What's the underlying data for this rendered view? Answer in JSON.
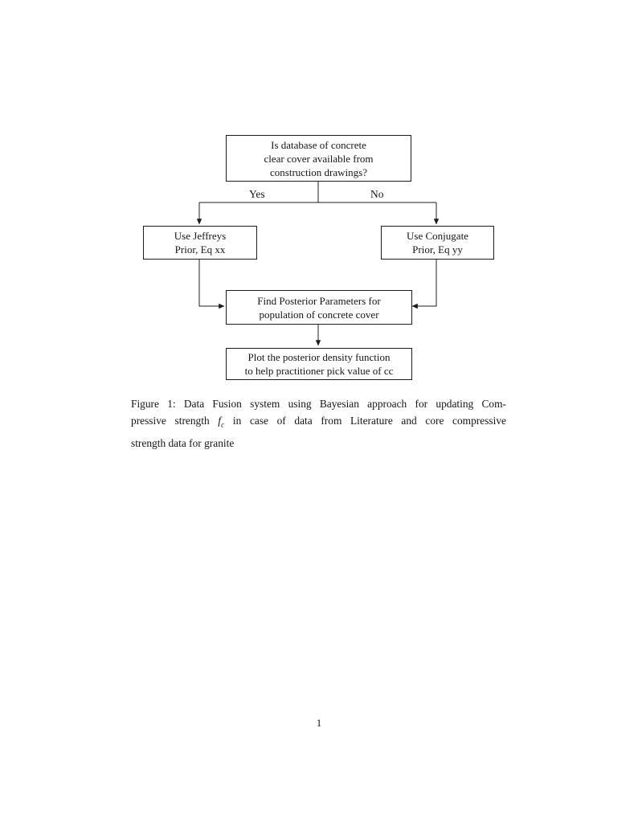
{
  "page": {
    "number": "1"
  },
  "flowchart": {
    "question": "Is database of concrete\nclear cover available from\nconstruction drawings?",
    "yes_label": "Yes",
    "no_label": "No",
    "jeffreys": "Use Jeffreys\nPrior, Eq xx",
    "conjugate": "Use Conjugate\nPrior, Eq yy",
    "posterior": "Find Posterior Parameters for\npopulation of concrete cover",
    "plot": "Plot the posterior density function\nto help practitioner pick value of cc"
  },
  "caption": {
    "line1": "Figure 1: Data Fusion system using Bayesian approach for updating Com-",
    "line2_pre": "pressive strength",
    "math_f": "f",
    "math_sub": "c",
    "line2_post": "in case of data from Literature and core compressive",
    "line3": "strength data for granite"
  },
  "colors": {
    "ink": "#1c1c1c",
    "paper": "#ffffff"
  }
}
